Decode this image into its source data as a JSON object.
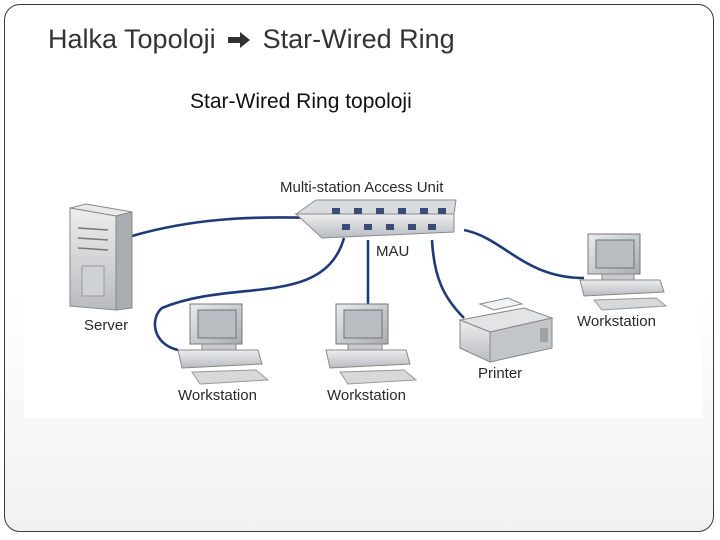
{
  "slide": {
    "title_left": "Halka Topoloji",
    "title_right": "Star-Wired Ring",
    "subtitle": "Star-Wired Ring topoloji"
  },
  "diagram": {
    "mau_title": "Multi-station Access Unit",
    "mau_label": "MAU",
    "server_label": "Server",
    "workstation_right_label": "Workstation",
    "workstation_left_label": "Workstation",
    "workstation_center_label": "Workstation",
    "printer_label": "Printer"
  },
  "icons": {
    "arrow": "arrow-right-icon"
  },
  "colors": {
    "cable": "#1f3a78",
    "device": "#d4d6d8"
  }
}
